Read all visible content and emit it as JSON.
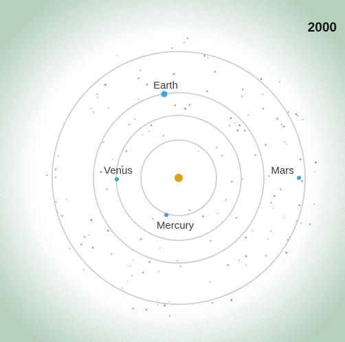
{
  "year": "2000",
  "planets": [
    {
      "name": "Mercury"
    },
    {
      "name": "Venus"
    },
    {
      "name": "Earth"
    },
    {
      "name": "Mars"
    }
  ],
  "colors": {
    "background_green": "#8fb8a0",
    "sun": "#d9a21c",
    "planet": "#3aa3d1",
    "orbit": "#c9c9c9",
    "label": "#3b3b3b",
    "asteroid_red": "#b5614f"
  },
  "icons": {
    "sun": "sun-icon",
    "planet": "planet-dot-icon"
  }
}
